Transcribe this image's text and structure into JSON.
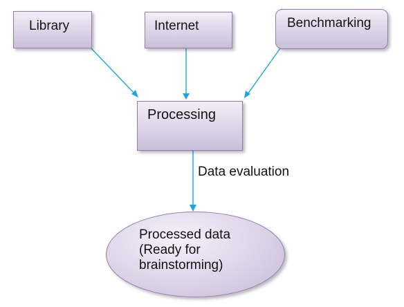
{
  "diagram": {
    "nodes": {
      "library": "Library",
      "internet": "Internet",
      "benchmarking": "Benchmarking",
      "processing": "Processing",
      "processed": {
        "line1": "Processed data",
        "line2": "(Ready for",
        "line3": "brainstorming)"
      }
    },
    "edge_label": "Data evaluation",
    "arrow_color": "#1fa3dd",
    "node_fill": "#ddd3e8",
    "node_border": "#8e7fa6"
  }
}
